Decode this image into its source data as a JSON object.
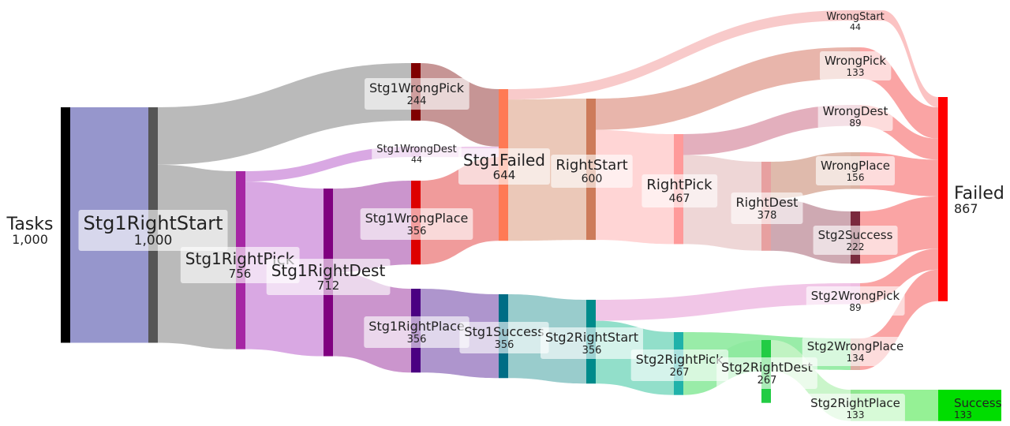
{
  "chart_data": {
    "type": "sankey",
    "unit_total": 1000,
    "nodes": [
      {
        "id": "tasks",
        "label": "Tasks",
        "value": 1000,
        "value_text": "1,000",
        "color": "#000000"
      },
      {
        "id": "s1rs",
        "label": "Stg1RightStart",
        "value": 1000,
        "value_text": "1,000",
        "color": "#555555"
      },
      {
        "id": "s1rp",
        "label": "Stg1RightPick",
        "value": 756,
        "value_text": "756",
        "color": "#a626a4"
      },
      {
        "id": "s1rd",
        "label": "Stg1RightDest",
        "value": 712,
        "value_text": "712",
        "color": "#800080"
      },
      {
        "id": "s1wp",
        "label": "Stg1WrongPick",
        "value": 244,
        "value_text": "244",
        "color": "#800000"
      },
      {
        "id": "s1wd",
        "label": "Stg1WrongDest",
        "value": 44,
        "value_text": "44",
        "color": "#d19ad8"
      },
      {
        "id": "s1wpl",
        "label": "Stg1WrongPlace",
        "value": 356,
        "value_text": "356",
        "color": "#dd0000"
      },
      {
        "id": "s1rpl",
        "label": "Stg1RightPlace",
        "value": 356,
        "value_text": "356",
        "color": "#4b0082"
      },
      {
        "id": "s1f",
        "label": "Stg1Failed",
        "value": 644,
        "value_text": "644",
        "color": "#ff7a55"
      },
      {
        "id": "s1s",
        "label": "Stg1Success",
        "value": 356,
        "value_text": "356",
        "color": "#006d85"
      },
      {
        "id": "rs",
        "label": "RightStart",
        "value": 600,
        "value_text": "600",
        "color": "#cd7b5a"
      },
      {
        "id": "s2rs",
        "label": "Stg2RightStart",
        "value": 356,
        "value_text": "356",
        "color": "#008b8b"
      },
      {
        "id": "rp",
        "label": "RightPick",
        "value": 467,
        "value_text": "467",
        "color": "#ff9a9a"
      },
      {
        "id": "s2rp",
        "label": "Stg2RightPick",
        "value": 267,
        "value_text": "267",
        "color": "#20b2aa"
      },
      {
        "id": "rd",
        "label": "RightDest",
        "value": 378,
        "value_text": "378",
        "color": "#e7a0a0"
      },
      {
        "id": "s2rd",
        "label": "Stg2RightDest",
        "value": 267,
        "value_text": "267",
        "color": "#22cc44"
      },
      {
        "id": "ws",
        "label": "WrongStart",
        "value": 44,
        "value_text": "44",
        "color": "#f6c8c8"
      },
      {
        "id": "wp",
        "label": "WrongPick",
        "value": 133,
        "value_text": "133",
        "color": "#e9aea6"
      },
      {
        "id": "wd",
        "label": "WrongDest",
        "value": 89,
        "value_text": "89",
        "color": "#dfa6b6"
      },
      {
        "id": "wpl",
        "label": "WrongPlace",
        "value": 156,
        "value_text": "156",
        "color": "#dcb4a4"
      },
      {
        "id": "s2s",
        "label": "Stg2Success",
        "value": 222,
        "value_text": "222",
        "color": "#7a2a3e"
      },
      {
        "id": "s2wp",
        "label": "Stg2WrongPick",
        "value": 89,
        "value_text": "89",
        "color": "#efbfe3"
      },
      {
        "id": "s2wpl",
        "label": "Stg2WrongPlace",
        "value": 134,
        "value_text": "134",
        "color": "#dcaea2"
      },
      {
        "id": "s2rpl",
        "label": "Stg2RightPlace",
        "value": 133,
        "value_text": "133",
        "color": "#8fe68f"
      },
      {
        "id": "failed",
        "label": "Failed",
        "value": 867,
        "value_text": "867",
        "color": "#ff0000"
      },
      {
        "id": "success",
        "label": "Success",
        "value": 133,
        "value_text": "133",
        "color": "#00dd00"
      }
    ],
    "links": [
      {
        "source": "tasks",
        "target": "s1rs",
        "value": 1000,
        "color": "#8b8bc6"
      },
      {
        "source": "s1rs",
        "target": "s1wp",
        "value": 244,
        "color": "#b3b3b3"
      },
      {
        "source": "s1rs",
        "target": "s1rp",
        "value": 756,
        "color": "#b3b3b3"
      },
      {
        "source": "s1rp",
        "target": "s1wd",
        "value": 44,
        "color": "#d59ee0"
      },
      {
        "source": "s1rp",
        "target": "s1rd",
        "value": 712,
        "color": "#d59ee0"
      },
      {
        "source": "s1rd",
        "target": "s1wpl",
        "value": 356,
        "color": "#c58ac8"
      },
      {
        "source": "s1rd",
        "target": "s1rpl",
        "value": 356,
        "color": "#c58ac8"
      },
      {
        "source": "s1wp",
        "target": "s1f",
        "value": 244,
        "color": "#c08a8a"
      },
      {
        "source": "s1wd",
        "target": "s1f",
        "value": 44,
        "color": "#ecc6ea"
      },
      {
        "source": "s1wpl",
        "target": "s1f",
        "value": 356,
        "color": "#ee9090"
      },
      {
        "source": "s1rpl",
        "target": "s1s",
        "value": 356,
        "color": "#a58ac8"
      },
      {
        "source": "s1f",
        "target": "ws",
        "value": 44,
        "color": "#f7c4c4"
      },
      {
        "source": "s1f",
        "target": "rs",
        "value": 600,
        "color": "#e9c2b0"
      },
      {
        "source": "s1s",
        "target": "s2rs",
        "value": 356,
        "color": "#8ec6c6"
      },
      {
        "source": "rs",
        "target": "wp",
        "value": 133,
        "color": "#e6ada2"
      },
      {
        "source": "rs",
        "target": "rp",
        "value": 467,
        "color": "#ffd0d0"
      },
      {
        "source": "s2rs",
        "target": "s2wp",
        "value": 89,
        "color": "#efc0e4"
      },
      {
        "source": "s2rs",
        "target": "s2rp",
        "value": 267,
        "color": "#86dcc4"
      },
      {
        "source": "rp",
        "target": "wd",
        "value": 89,
        "color": "#e0a6b6"
      },
      {
        "source": "rp",
        "target": "rd",
        "value": 378,
        "color": "#ecd2d2"
      },
      {
        "source": "s2rp",
        "target": "s2wpl",
        "value": 134,
        "color": "#8eea9e"
      },
      {
        "source": "s2rp",
        "target": "s2rd",
        "value": 133,
        "color": "#8eea9e"
      },
      {
        "source": "rd",
        "target": "wpl",
        "value": 156,
        "color": "#dbb3a3"
      },
      {
        "source": "rd",
        "target": "s2s",
        "value": 222,
        "color": "#c9a0aa"
      },
      {
        "source": "s2rd",
        "target": "s2rpl",
        "value": 133,
        "color": "#c4f4c4"
      },
      {
        "source": "ws",
        "target": "failed",
        "value": 44,
        "color": "#fbbdbd"
      },
      {
        "source": "wp",
        "target": "failed",
        "value": 133,
        "color": "#fa9a9a"
      },
      {
        "source": "wd",
        "target": "failed",
        "value": 89,
        "color": "#fa9a9a"
      },
      {
        "source": "wpl",
        "target": "failed",
        "value": 156,
        "color": "#fa9a9a"
      },
      {
        "source": "s2s",
        "target": "failed",
        "value": 222,
        "color": "#fa9a9a"
      },
      {
        "source": "s2wp",
        "target": "failed",
        "value": 89,
        "color": "#fa9a9a"
      },
      {
        "source": "s2wpl",
        "target": "failed",
        "value": 134,
        "color": "#fa9a9a"
      },
      {
        "source": "s2rpl",
        "target": "success",
        "value": 133,
        "color": "#8af08a"
      }
    ]
  }
}
